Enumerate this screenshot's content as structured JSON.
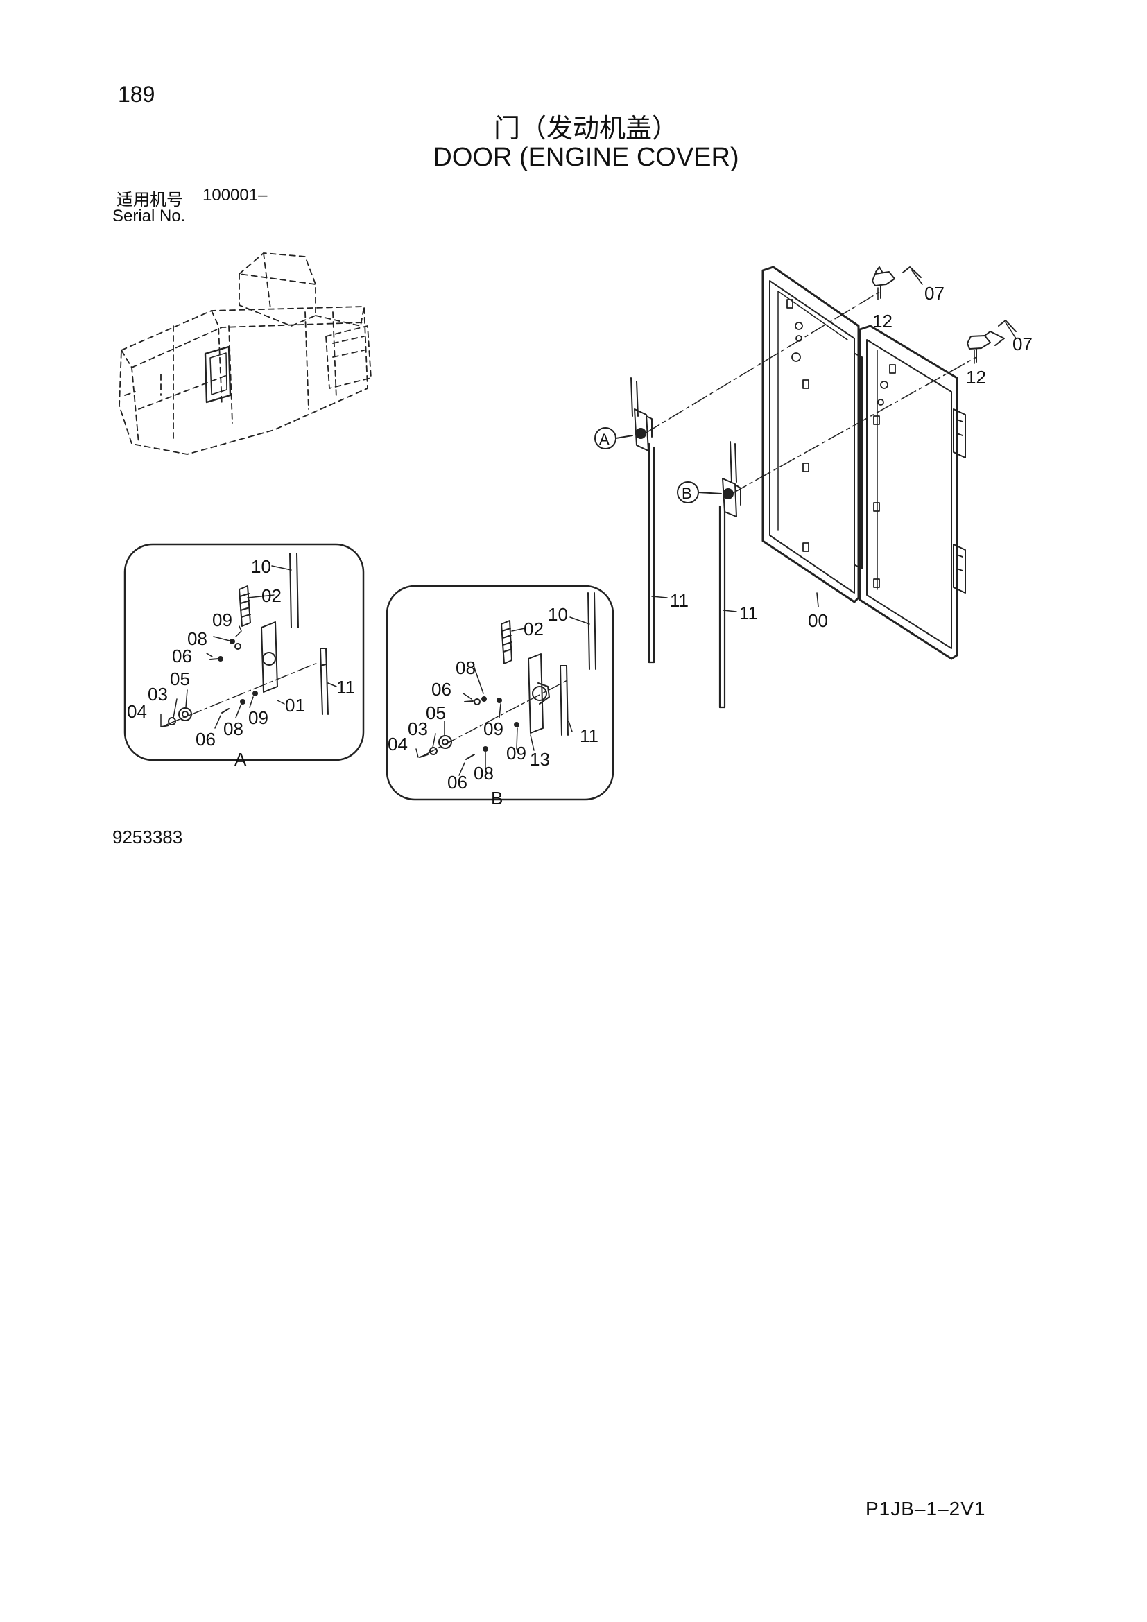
{
  "page_number": "189",
  "title_cn": "门（发动机盖）",
  "title_en": "DOOR (ENGINE COVER)",
  "serial": {
    "label_cn": "适用机号",
    "value": "100001–",
    "label_en": "Serial No."
  },
  "drawing_number": "9253383",
  "page_code": "P1JB–1–2V1",
  "main_view": {
    "callouts": [
      "07",
      "12",
      "07",
      "12",
      "11",
      "11",
      "00"
    ],
    "detail_markers": [
      "A",
      "B"
    ]
  },
  "detail_a": {
    "caption": "A",
    "callouts": [
      "10",
      "02",
      "09",
      "08",
      "06",
      "05",
      "03",
      "04",
      "11",
      "01",
      "09",
      "08",
      "06"
    ]
  },
  "detail_b": {
    "caption": "B",
    "callouts": [
      "02",
      "10",
      "08",
      "06",
      "05",
      "03",
      "04",
      "09",
      "09",
      "13",
      "11",
      "06",
      "08"
    ]
  }
}
